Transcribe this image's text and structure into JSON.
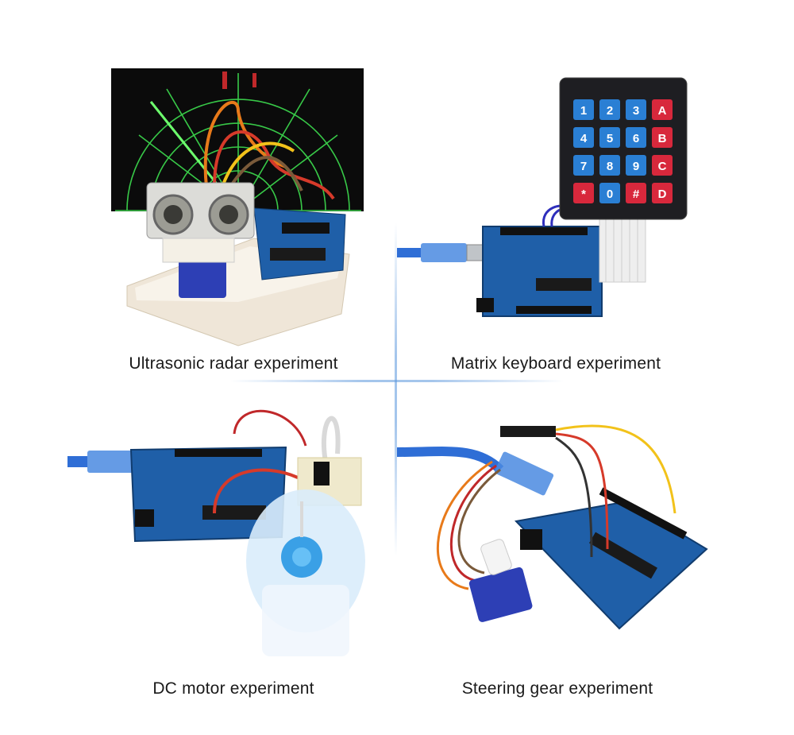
{
  "panels": [
    {
      "caption": "Ultrasonic radar experiment"
    },
    {
      "caption": "Matrix keyboard experiment"
    },
    {
      "caption": "DC motor experiment"
    },
    {
      "caption": "Steering gear experiment"
    }
  ],
  "keypad": {
    "rows": [
      [
        "1",
        "2",
        "3",
        "A"
      ],
      [
        "4",
        "5",
        "6",
        "B"
      ],
      [
        "7",
        "8",
        "9",
        "C"
      ],
      [
        "*",
        "0",
        "#",
        "D"
      ]
    ]
  },
  "colors": {
    "board_blue": "#1f5fa8",
    "keypad_blue": "#2a7fd4",
    "keypad_red": "#d8283c",
    "radar_green": "#38c948",
    "divider_blue": "#5a96dc"
  }
}
